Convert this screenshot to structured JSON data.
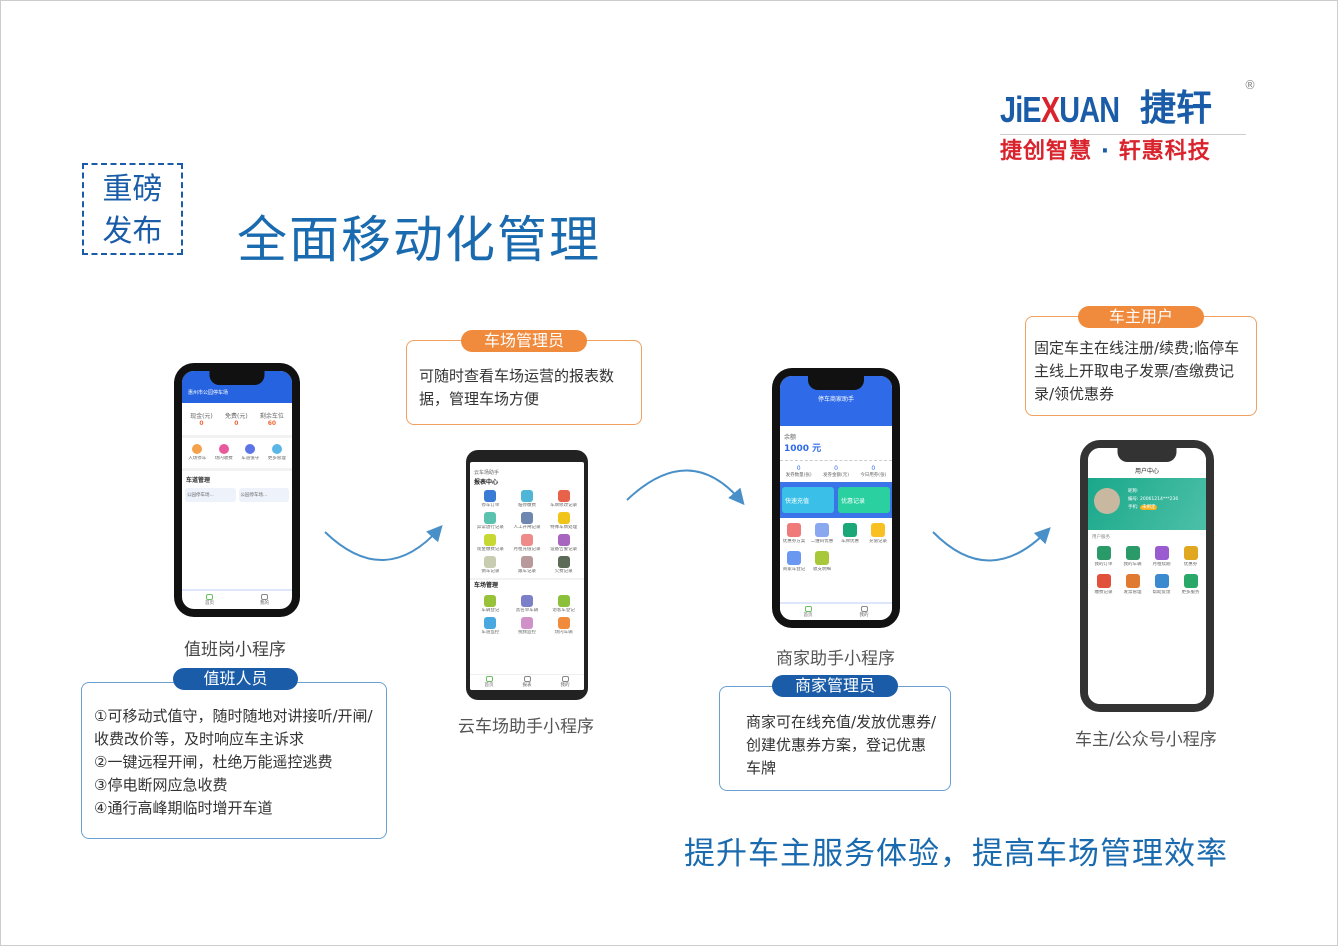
{
  "logo": {
    "en": "JiEXUAN",
    "cn": "捷轩",
    "slogan_a": "捷创智慧",
    "slogan_dot": "·",
    "slogan_b": "轩惠科技",
    "reg": "®"
  },
  "stamp": {
    "line1": "重磅",
    "line2": "发布"
  },
  "title": "全面移动化管理",
  "duty": {
    "phone_title": "惠州市公园停车场",
    "stats": [
      {
        "label": "现金(元)",
        "value": "0"
      },
      {
        "label": "免费(元)",
        "value": "0"
      },
      {
        "label": "剩余车位",
        "value": "60"
      }
    ],
    "icons": [
      {
        "label": "入场停车",
        "color": "#f5a04a"
      },
      {
        "label": "场内收费",
        "color": "#e85a9c"
      },
      {
        "label": "车道值守",
        "color": "#5b74e6"
      },
      {
        "label": "更多管理",
        "color": "#5bb6e8"
      }
    ],
    "section": "车道管理",
    "lanes": [
      "公园停车场...",
      "公园停车场..."
    ],
    "tabs": [
      "首页",
      "我的"
    ],
    "caption": "值班岗小程序",
    "badge": "值班人员",
    "desc": [
      "①可移动式值守，随时随地对讲接听/开闸/收费改价等，及时响应车主诉求",
      "②一键远程开闸，杜绝万能遥控逃费",
      "③停电断网应急收费",
      "④通行高峰期临时增开车道"
    ]
  },
  "admin": {
    "badge": "车场管理员",
    "desc": "可随时查看车场运营的报表数据，管理车场方便",
    "phone_title": "云车场助手",
    "section1": "报表中心",
    "reports": [
      {
        "label": "停车订单",
        "color": "#3a7bd5"
      },
      {
        "label": "临停缴费",
        "color": "#4fb6d8"
      },
      {
        "label": "车牌修改记录",
        "color": "#e8624a"
      },
      {
        "label": "异常放行记录",
        "color": "#5cc2b0"
      },
      {
        "label": "人工开闸记录",
        "color": "#6d87b0"
      },
      {
        "label": "特殊车牌处理",
        "color": "#f0c419"
      },
      {
        "label": "现金缴费记录",
        "color": "#c8d832"
      },
      {
        "label": "月租充值记录",
        "color": "#ee8a8a"
      },
      {
        "label": "设备告警记录",
        "color": "#a865c0"
      },
      {
        "label": "倒车记录",
        "color": "#c8ccb0"
      },
      {
        "label": "跟车记录",
        "color": "#b89a9a"
      },
      {
        "label": "欠费记录",
        "color": "#5b6b58"
      }
    ],
    "section2": "车场管理",
    "manage": [
      {
        "label": "车辆登记",
        "color": "#98c23a"
      },
      {
        "label": "黑名单车辆",
        "color": "#7c80c8"
      },
      {
        "label": "访客车登记",
        "color": "#8ac03a"
      },
      {
        "label": "车道监控",
        "color": "#4aa8e0"
      },
      {
        "label": "视频监控",
        "color": "#d090c8"
      },
      {
        "label": "场内车辆",
        "color": "#f08a3c"
      }
    ],
    "tabs": [
      "首页",
      "报表",
      "我的"
    ],
    "caption": "云车场助手小程序"
  },
  "merchant": {
    "phone_title": "停车商家助手",
    "balance_label": "余额",
    "balance": "1000 元",
    "stats": [
      {
        "label": "发券数量(张)",
        "value": "0"
      },
      {
        "label": "发券金额(元)",
        "value": "0"
      },
      {
        "label": "今日用券(张)",
        "value": "0"
      }
    ],
    "actions": [
      "快速充值",
      "优惠记录"
    ],
    "icons": [
      {
        "label": "优惠券方案",
        "color": "#f07a7a"
      },
      {
        "label": "二维码优惠",
        "color": "#8aa8f0"
      },
      {
        "label": "车牌优惠",
        "color": "#1aa878"
      },
      {
        "label": "充值记录",
        "color": "#f8c020"
      },
      {
        "label": "商家车登记",
        "color": "#6a98f0"
      },
      {
        "label": "收支明细",
        "color": "#a8c83a"
      }
    ],
    "tabs": [
      "首页",
      "我的"
    ],
    "caption": "商家助手小程序",
    "badge": "商家管理员",
    "desc": "商家可在线充值/发放优惠券/创建优惠券方案，登记优惠车牌"
  },
  "owner": {
    "badge": "车主用户",
    "desc": "固定车主在线注册/续费;临停车主线上开取电子发票/查缴费记录/领优惠券",
    "phone_title": "用户中心",
    "profile": {
      "name_label": "昵称:",
      "id_label": "编号:",
      "id_value": "20061214***236",
      "phone_label": "手机:",
      "bind": "未绑定"
    },
    "section": "用户服务",
    "icons": [
      {
        "label": "我的订单",
        "color": "#2a9a68"
      },
      {
        "label": "我的车辆",
        "color": "#2a9a68"
      },
      {
        "label": "月租续期",
        "color": "#9a5ad0"
      },
      {
        "label": "优惠券",
        "color": "#e0a820"
      },
      {
        "label": "缴费记录",
        "color": "#e0503a"
      },
      {
        "label": "发票管理",
        "color": "#e07a30"
      },
      {
        "label": "帮助反馈",
        "color": "#3a8ad0"
      },
      {
        "label": "更多服务",
        "color": "#2aa868"
      }
    ],
    "caption": "车主/公众号小程序"
  },
  "bottom_slogan": "提升车主服务体验，提高车场管理效率",
  "colors": {
    "blue": "#1a6aaf",
    "orange": "#f08a3c",
    "dark_badge": "#1a5ca8"
  }
}
